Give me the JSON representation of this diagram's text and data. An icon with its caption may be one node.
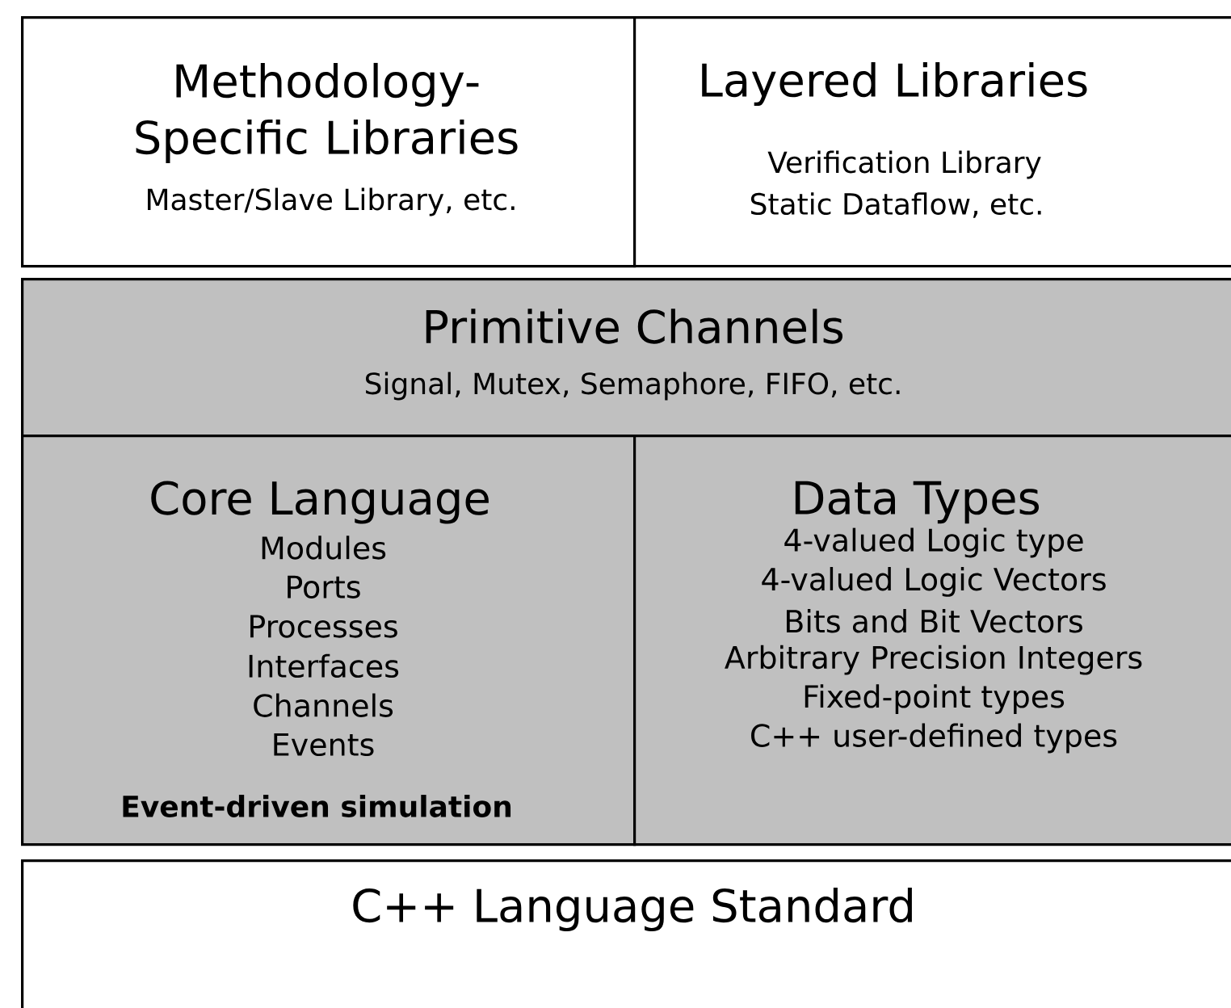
{
  "diagram": {
    "nodes": [
      {
        "text": [
          "Methodology-Specific Libraries",
          "Master/Slave Library, etc."
        ]
      },
      {
        "text": [
          "Layered Libraries",
          "Verification Library",
          "Static Dataflow, etc."
        ]
      },
      {
        "text": [
          "Primitive Channels",
          "Signal, Mutex, Semaphore, FIFO, etc."
        ]
      },
      {
        "text": [
          "Core Language",
          "Modules",
          "Ports",
          "Processes",
          "Interfaces",
          "Channels",
          "Events",
          "Event-driven simulation"
        ]
      },
      {
        "text": [
          "Data Types",
          "4-valued Logic type",
          "4-valued Logic Vectors",
          "Bits and Bit Vectors",
          "Arbitrary Precision Integers",
          "Fixed-point types",
          "C++ user-defined types"
        ]
      },
      {
        "text": [
          "C++ Language Standard"
        ]
      }
    ],
    "edges": []
  }
}
